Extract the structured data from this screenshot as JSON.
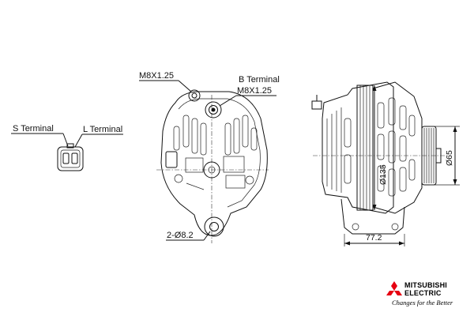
{
  "labels": {
    "s_terminal": "S Terminal",
    "l_terminal": "L Terminal",
    "m8_top": "M8X1.25",
    "b_terminal": "B Terminal",
    "b_thread": "M8X1.25",
    "mount_holes": "2-Ø8.2",
    "dia_135": "Ø135",
    "dia_65": "Ø65",
    "len_772": "77.2"
  },
  "brand": {
    "line1": "MITSUBISHI",
    "line2": "ELECTRIC",
    "tagline": "Changes for the Better",
    "logo_color": "#e60012"
  }
}
